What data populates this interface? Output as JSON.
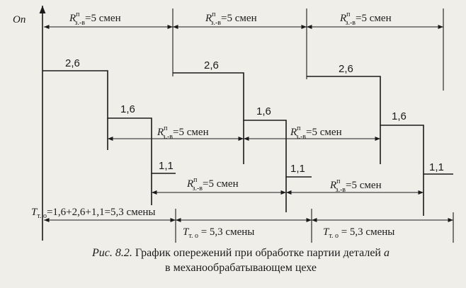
{
  "axis": {
    "y_label": "Оп"
  },
  "rows": {
    "top": [
      {
        "r": "R",
        "sup": "п",
        "sub": "з.-в",
        "text": "=5 смен"
      },
      {
        "r": "R",
        "sup": "п",
        "sub": "з.-в",
        "text": "=5 смен"
      },
      {
        "r": "R",
        "sup": "п",
        "sub": "з.-в",
        "text": "=5 смен"
      }
    ],
    "middle": [
      {
        "r": "R",
        "sup": "п",
        "sub": "з.-в",
        "text": "=5 смен"
      },
      {
        "r": "R",
        "sup": "п",
        "sub": "з.-в",
        "text": "=5 смен"
      }
    ],
    "lower": [
      {
        "r": "R",
        "sup": "п",
        "sub": "з.-в",
        "text": "=5 смен"
      },
      {
        "r": "R",
        "sup": "п",
        "sub": "з.-в",
        "text": "=5 смен"
      }
    ]
  },
  "levels": [
    "2,6",
    "1,6",
    "1,1"
  ],
  "cycles": [
    {
      "t": "T",
      "sub": "т. о",
      "text": "=1,6+2,6+1,1=5,3 смены"
    },
    {
      "t": "T",
      "sub": "т. о",
      "text": " = 5,3 смены"
    },
    {
      "t": "T",
      "sub": "т. о",
      "text": " = 5,3 смены"
    }
  ],
  "caption": {
    "prefix": "Рис. 8.2.",
    "line1": " График опережений при обработке партии деталей ",
    "part": "а",
    "line2": "в механообрабатывающем цехе"
  }
}
